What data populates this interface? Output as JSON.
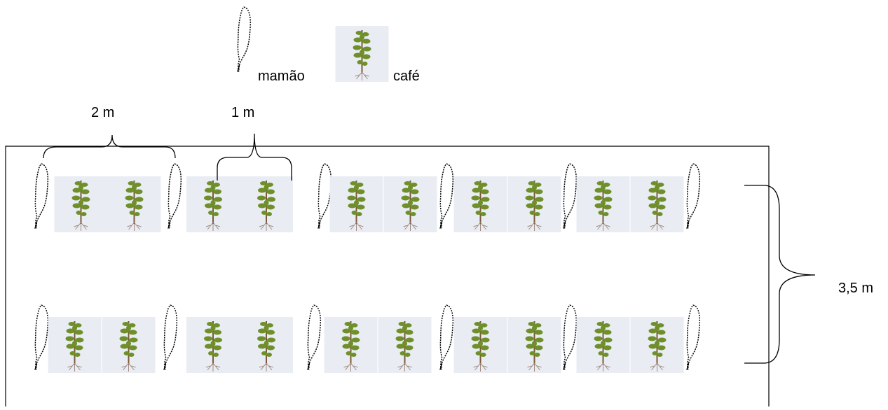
{
  "legend": {
    "papaya_label": "mamão",
    "coffee_label": "café"
  },
  "dimensions": {
    "papaya_spacing": "2 m",
    "coffee_spacing": "1 m",
    "row_spacing": "3,5 m"
  },
  "colors": {
    "photo_background": "#e9edf3",
    "leaf": "#6f8f2a",
    "stem": "#7a5a3a",
    "outline": "#000000"
  },
  "icons": {
    "papaya": "papaya-tree-icon",
    "coffee": "coffee-plant-icon"
  }
}
